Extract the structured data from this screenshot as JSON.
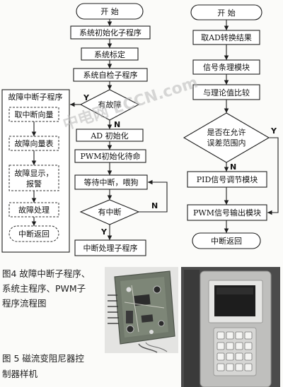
{
  "main_flow": {
    "start": "开  始",
    "init": "系统初始化子程序",
    "calibrate": "系统标定",
    "self_test": "系统自检子程序",
    "fault_decision": "有故障",
    "ad_init": "AD 初始化",
    "pwm_init": "PWM初始化待命",
    "wait": "等待中断，喂狗",
    "interrupt_decision": "有中断",
    "isr": "中断处理子程序"
  },
  "fault_sub": {
    "title": "故障中断子程序",
    "step1": "取中断向量",
    "step2": "故障向量表",
    "step3_line1": "故障显示，",
    "step3_line2": "报警",
    "step4": "故障处理",
    "end": "中断返回"
  },
  "pwm_flow": {
    "start": "开  始",
    "read_ad": "取AD转换结果",
    "condition": "信号条理模块",
    "compare": "与理论值比较",
    "decision_line1": "是否在允许",
    "decision_line2": "误差范围内",
    "pid": "PID信号调节模块",
    "output": "PWM信号输出模块",
    "end": "中断返回"
  },
  "labels": {
    "yes": "Y",
    "no": "N"
  },
  "captions": {
    "fig4": [
      "图4 故障中断子程序、",
      "系统主程序、PWM子",
      "程序流程图"
    ],
    "fig5": [
      "图 5 磁流变阻尼器控",
      "制器样机"
    ]
  },
  "watermark": "中电网 ECCN.com"
}
